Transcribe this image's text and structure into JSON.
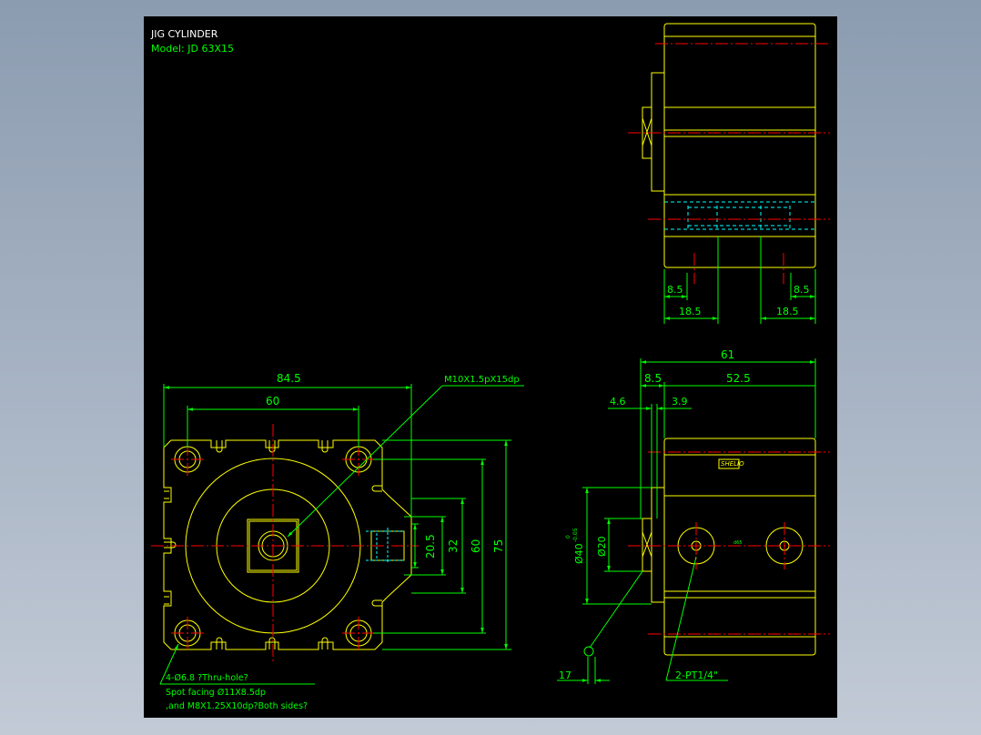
{
  "title": {
    "line1": "JIG CYLINDER",
    "line2": "Model: JD 63X15"
  },
  "colors": {
    "background_outer": "#9aa8ba",
    "sheet": "#000000",
    "outline": "#ffff00",
    "dimension": "#00ff00",
    "centerline": "#ff0000",
    "hidden": "#00ffff",
    "title_text": "#ffffff"
  },
  "side_view_top": {
    "dims": {
      "left_small": "8.5",
      "right_small": "8.5",
      "left_large": "18.5",
      "right_large": "18.5"
    }
  },
  "side_view_bottom": {
    "dims": {
      "overall": "61",
      "left_part": "8.5",
      "right_part": "52.5",
      "small_left": "4.6",
      "small_right": "3.9",
      "rod_dia": "Ø20",
      "body_dia": "Ø40",
      "tolerance_upper": "0",
      "tolerance_lower": "-0.05",
      "port_offset": "17",
      "port_label": "2-PT1/4\"",
      "nameplate": "SHELIO",
      "center_mark": "d65"
    }
  },
  "front_view": {
    "dims": {
      "overall_width": "84.5",
      "hole_pitch": "60",
      "height_overall": "75",
      "height_pitch": "60",
      "bore_a": "32",
      "bore_b": "20.5"
    },
    "rod_thread": "M10X1.5pX15dp",
    "notes": {
      "line1": "4-Ø6.8 ?Thru-hole?",
      "line2": "Spot facing Ø11X8.5dp",
      "line3": ",and M8X1.25X10dp?Both sides?"
    }
  }
}
